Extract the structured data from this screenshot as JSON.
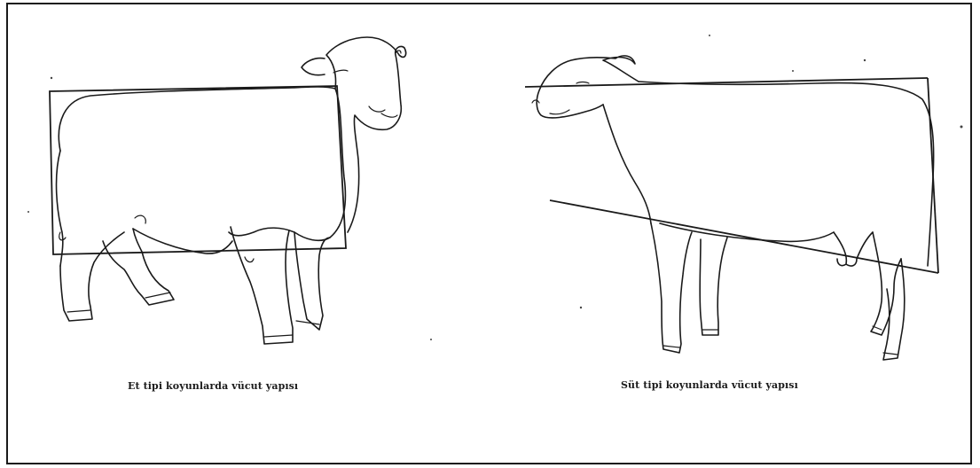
{
  "figure": {
    "captions": {
      "meat_type": "Et tipi koyunlarda vücut yapısı",
      "dairy_type": "Süt tipi koyunlarda vücut yapısı"
    },
    "illustrations": [
      {
        "name": "meat-type-sheep",
        "guide_shape": "rectangle",
        "facing": "right"
      },
      {
        "name": "dairy-type-sheep",
        "guide_shape": "wedge",
        "facing": "left"
      }
    ],
    "colors": {
      "ink": "#1a1a1a",
      "paper": "#ffffff"
    }
  }
}
